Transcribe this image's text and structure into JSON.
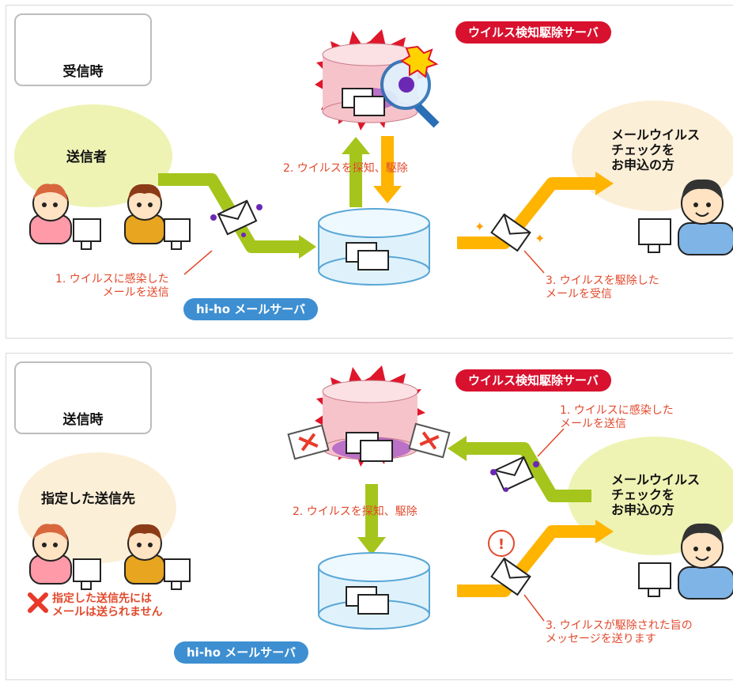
{
  "receive_panel": {
    "mode_label": "受信時",
    "virus_server_label": "ウイルス検知駆除サーバ",
    "sender_label": "送信者",
    "step1": "1. ウイルスに感染した\nメールを送信",
    "step2": "2. ウイルスを探知、駆除",
    "step3": "3. ウイルスを駆除した\nメールを受信",
    "mail_server_label": "hi-ho メールサーバ",
    "subscriber_label": "メールウイルス\nチェックを\nお申込の方"
  },
  "send_panel": {
    "mode_label": "送信時",
    "virus_server_label": "ウイルス検知駆除サーバ",
    "recipient_label": "指定した送信先",
    "blocked_note": "指定した送信先には\nメールは送られません",
    "step1": "1. ウイルスに感染した\nメールを送信",
    "step2": "2. ウイルスを探知、駆除",
    "step3": "3. ウイルスが駆除された旨の\nメッセージを送ります",
    "mail_server_label": "hi-ho メールサーバ",
    "subscriber_label": "メールウイルス\nチェックを\nお申込の方"
  },
  "colors": {
    "green_arrow": "#a5c51c",
    "orange_arrow": "#ffb400",
    "red_text": "#e2492c",
    "server_badge": "#d8112e",
    "mail_server_badge": "#3d8fd1",
    "cross": "#e83a2a"
  }
}
